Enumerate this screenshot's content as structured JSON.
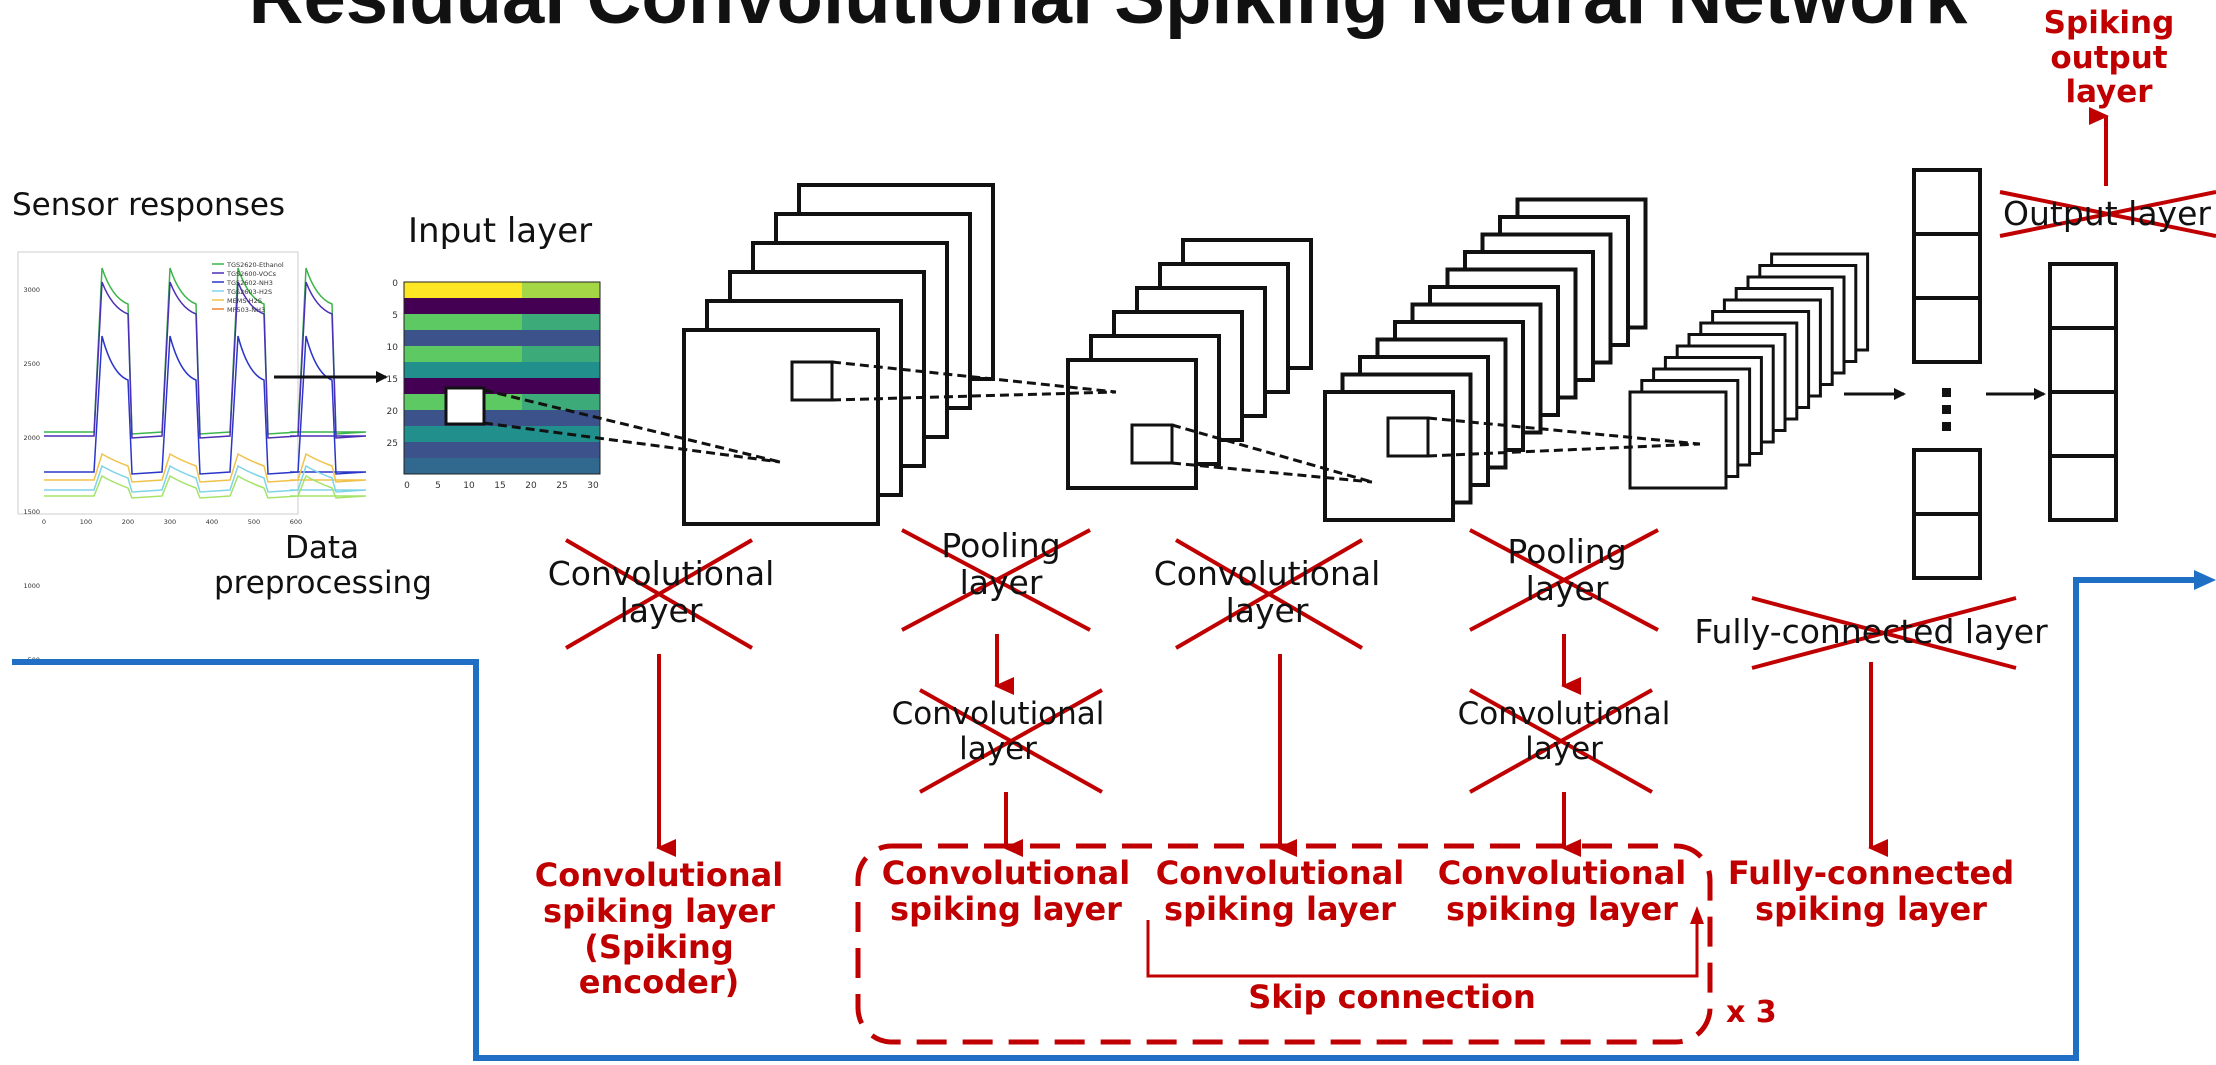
{
  "title": "Residual Convolutional Spiking Neural Network",
  "labels": {
    "sensor_responses": "Sensor responses",
    "data_preprocessing": "Data\npreprocessing",
    "input_layer": "Input layer",
    "conv_layer_1": "Convolutional\nlayer",
    "pooling_layer_1": "Pooling\nlayer",
    "conv_layer_1b": "Convolutional\nlayer",
    "conv_layer_2": "Convolutional\nlayer",
    "pooling_layer_2": "Pooling\nlayer",
    "conv_layer_2b": "Convolutional\nlayer",
    "fc_layer": "Fully-connected layer",
    "output_layer": "Output layer"
  },
  "spiking_labels": {
    "spiking_output": "Spiking\noutput layer",
    "conv_spiking_encoder": "Convolutional\nspiking layer\n(Spiking encoder)",
    "conv_spiking_1": "Convolutional\nspiking layer",
    "conv_spiking_2": "Convolutional\nspiking layer",
    "conv_spiking_3": "Convolutional\nspiking layer",
    "fc_spiking": "Fully-connected\nspiking layer",
    "skip_connection": "Skip connection",
    "repeat": "x 3"
  },
  "sensor_plot": {
    "legend": [
      "TGS2620-Ethanol",
      "TGS2600-VOCs",
      "TGS2602-NH3",
      "TGS2603-H2S",
      "MEMS-H2S",
      "MP503-NH3"
    ],
    "x_ticks": [
      "0",
      "100",
      "200",
      "300",
      "400",
      "500",
      "600"
    ],
    "y_ticks": [
      "3000",
      "2500",
      "2000",
      "1500",
      "1000",
      "500"
    ]
  },
  "heatmap": {
    "x_ticks": [
      "0",
      "5",
      "10",
      "15",
      "20",
      "25",
      "30"
    ],
    "y_ticks": [
      "0",
      "5",
      "10",
      "15",
      "20",
      "25"
    ]
  },
  "colors": {
    "red": "#c00000",
    "blue": "#1f6fc5",
    "black": "#111111",
    "viridis": [
      "#440154",
      "#3b528b",
      "#21908d",
      "#5dc962",
      "#fde725"
    ]
  }
}
